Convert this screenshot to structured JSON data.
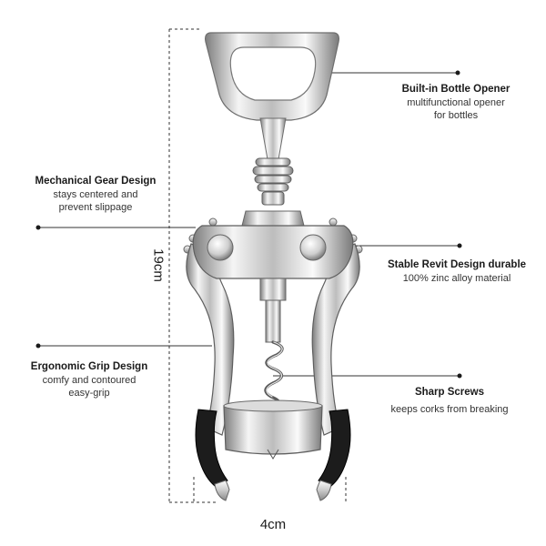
{
  "callouts": {
    "bottle_opener": {
      "title": "Built-in Bottle Opener",
      "desc1": "multifunctional opener",
      "desc2": "for bottles"
    },
    "gear": {
      "title": "Mechanical Gear Design",
      "desc1": "stays centered and",
      "desc2": "prevent slippage"
    },
    "revit": {
      "title": "Stable Revit Design  durable",
      "desc1": "100% zinc alloy material"
    },
    "grip": {
      "title": "Ergonomic Grip Design",
      "desc1": "comfy and contoured",
      "desc2": "easy-grip"
    },
    "screws": {
      "title": "Sharp Screws",
      "desc1": "keeps corks from breaking"
    }
  },
  "dimensions": {
    "height": "19cm",
    "width": "4cm"
  },
  "colors": {
    "metal_light": "#f2f2f2",
    "metal_dark": "#8c8c8c",
    "grip": "#1a1a1a",
    "line": "#333333"
  }
}
